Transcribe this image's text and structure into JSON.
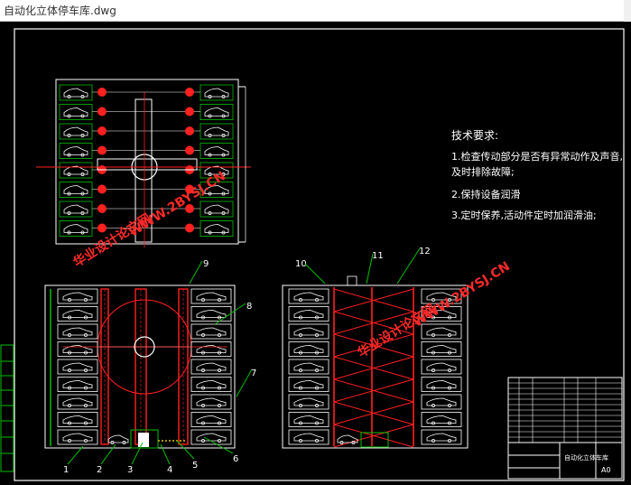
{
  "window": {
    "title": "自动化立体停车库.dwg"
  },
  "notes": {
    "heading": "技术要求:",
    "line1": "1.检查传动部分是否有异常动作及声音,",
    "line2": "及时排除故障;",
    "line3": "2.保持设备润滑",
    "line4": "3.定时保养,活动件定时加润滑油;"
  },
  "callouts": [
    "1",
    "2",
    "3",
    "4",
    "5",
    "6",
    "7",
    "8",
    "9",
    "10",
    "11",
    "12"
  ],
  "watermark": {
    "text1": "华业设计论文网",
    "text2": "WWW.2BYSJ.CN"
  },
  "title_block": {
    "drawing_name": "自动化立体车库",
    "sheet": "A0"
  },
  "colors": {
    "background": "#000000",
    "frame": "#ffffff",
    "structure": "#ff2020",
    "cars": "#ffffff",
    "green": "#00c000",
    "notes": "#ffffff",
    "watermark": "#ff2a2a"
  }
}
